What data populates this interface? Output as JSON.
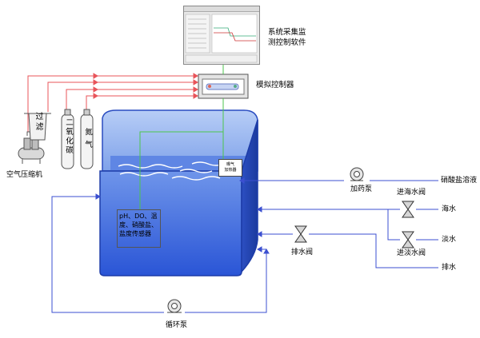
{
  "labels": {
    "software": [
      "系统采集监",
      "测控制软件"
    ],
    "controller": "模拟控制器",
    "filter": "过滤",
    "compressor": "空气压缩机",
    "co2": "二氧化碳",
    "n2": "氮气",
    "sensor": [
      "pH、DO、温",
      "度、硝酸盐、",
      "盐度传感器"
    ],
    "heater": [
      "曝气",
      "加热器"
    ],
    "dosing_pump": "加药泵",
    "nitrate_solution": "硝酸盐溶液",
    "seawater_valve": "进海水阀",
    "seawater": "海水",
    "freshwater": "淡水",
    "freshwater_valve": "进淡水阀",
    "drain_valve": "排水阀",
    "drain": "排水",
    "circulation_pump": "循环泵"
  },
  "screen": {
    "title": ""
  },
  "colors": {
    "water_line": "#3b4fd0",
    "air_line": "#e8545a",
    "signal_line": "#4cc54c",
    "tank_front": "#2f5bd6",
    "tank_side": "#1f3fb3",
    "tank_top": "#8fb0ee"
  }
}
